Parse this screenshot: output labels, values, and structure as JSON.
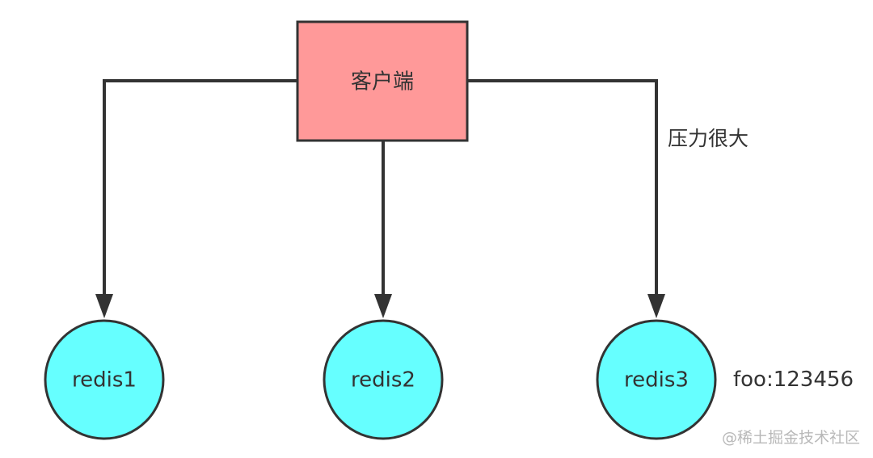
{
  "diagram": {
    "client": {
      "label": "客户端",
      "fill": "#ff9999",
      "stroke": "#333333"
    },
    "nodes": [
      {
        "label": "redis1",
        "fill": "#66ffff",
        "stroke": "#333333"
      },
      {
        "label": "redis2",
        "fill": "#66ffff",
        "stroke": "#333333"
      },
      {
        "label": "redis3",
        "fill": "#66ffff",
        "stroke": "#333333"
      }
    ],
    "edge_label": "压力很大",
    "node_annotation": "foo:123456",
    "line_color": "#333333"
  },
  "watermark": "@稀土掘金技术社区"
}
